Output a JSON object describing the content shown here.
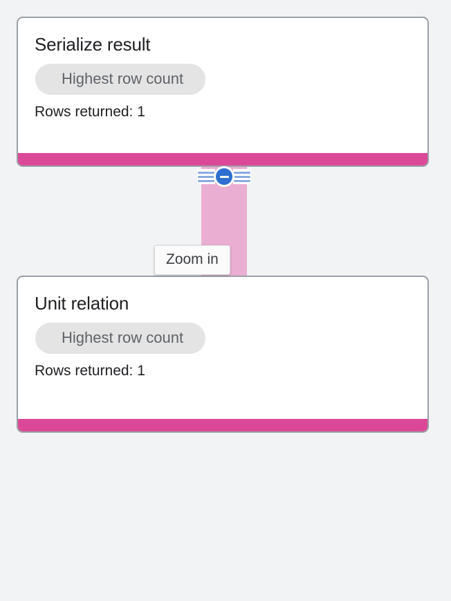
{
  "canvas": {
    "background_color": "#f1f3f4"
  },
  "nodes": [
    {
      "id": "serialize-result",
      "title": "Serialize result",
      "chip_label": "Highest row count",
      "meta": "Rows returned: 1",
      "accent_color": "#dc4898"
    },
    {
      "id": "unit-relation",
      "title": "Unit relation",
      "chip_label": "Highest row count",
      "meta": "Rows returned: 1",
      "accent_color": "#dc4898"
    }
  ],
  "connector": {
    "color": "#ebaed3",
    "control": {
      "icon": "minus-icon",
      "state": "expanded",
      "circle_color": "#2f6fd0",
      "lines_color": "#8aa9e0"
    }
  },
  "tooltip": {
    "text": "Zoom in"
  }
}
